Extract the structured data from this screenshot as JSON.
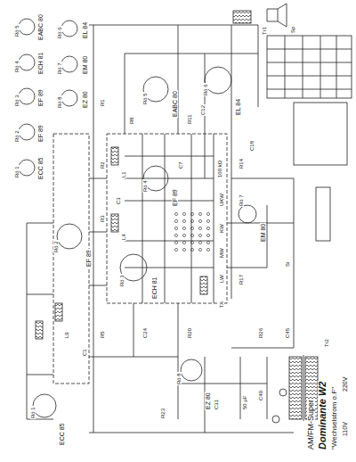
{
  "diagram": {
    "title": "Dominante W2",
    "labels": [
      "AM/FM-Super",
      "\"Wechselstrom o.F\"",
      "Rö 5",
      "EABC 80",
      "Rö 4",
      "ECH 81",
      "Rö 3",
      "EF 89",
      "Rö 2",
      "EF 89",
      "Rö 1",
      "ECC 85",
      "Rö 6",
      "EL 84",
      "Rö 7",
      "EM 80",
      "Rö 8",
      "EZ 80",
      "ECC 85",
      "Rö 1",
      "EF 89",
      "Rö 2",
      "ECH 81",
      "Rö 3",
      "EF 89",
      "Rö 4",
      "EABC 80",
      "Rö 5",
      "EL 84",
      "Rö 6",
      "EM 80",
      "Rö 7",
      "EZ 80",
      "Rö 8",
      "UKW",
      "KW",
      "MW",
      "LW",
      "TA",
      "R1",
      "R2",
      "R3",
      "R5",
      "R8",
      "R11",
      "R14",
      "R17",
      "R20",
      "R23",
      "R26",
      "C1",
      "C3",
      "C7",
      "C12",
      "C18",
      "C24",
      "C31",
      "C40",
      "C45",
      "L1",
      "L4",
      "L9",
      "Tr1",
      "Tr2",
      "Sp",
      "Si",
      "220V",
      "110V",
      "50 μF",
      "100 kΩ"
    ]
  }
}
